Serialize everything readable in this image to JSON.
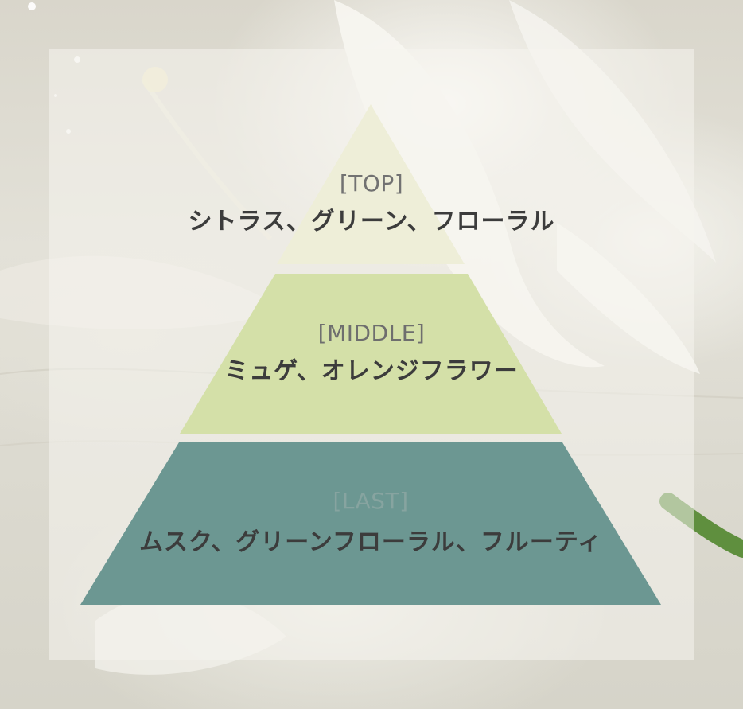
{
  "pyramid": {
    "top": {
      "label": "[TOP]",
      "notes": "シトラス、グリーン、フローラル",
      "fill": "#eeeed8",
      "label_color": "#727272"
    },
    "middle": {
      "label": "[MIDDLE]",
      "notes": "ミュゲ、オレンジフラワー",
      "fill": "#d4e0a8",
      "label_color": "#6e6e6e"
    },
    "last": {
      "label": "[LAST]",
      "notes": "ムスク、グリーンフローラル、フルーティ",
      "fill": "#6c9792",
      "label_color": "#87a4a0"
    }
  },
  "colors": {
    "panel_overlay": "#f5f4ef",
    "notes_text": "#3c3c3c",
    "stem": "#5f8f3e"
  }
}
